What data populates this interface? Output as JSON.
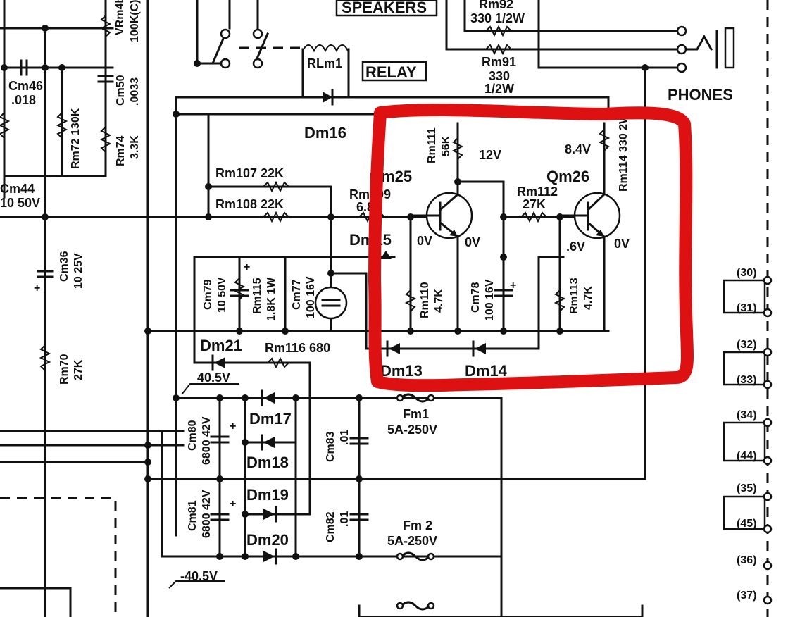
{
  "labels": {
    "speakers": "SPEAKERS",
    "relay": "RELAY",
    "phones": "PHONES",
    "rm92": "Rm92",
    "rm92_val": "330 1/2W",
    "rm91": "Rm91",
    "rm91_val1": "330",
    "rm91_val2": "1/2W",
    "rlm1": "RLm1",
    "vrm4b": "VRm4b",
    "vrm4b_val": "100K(C)",
    "cm46": "Cm46",
    "cm46_val": ".018",
    "rm72": "Rm72 130K",
    "cm50": "Cm50",
    "cm50_val": ".0033",
    "rm74": "Rm74",
    "rm74_val": "3.3K",
    "cm44": "Cm44",
    "cm44_val": "10 50V",
    "cm36": "Cm36",
    "cm36_val": "10 25V",
    "rm70": "Rm70",
    "rm70_val": "27K",
    "dm16": "Dm16",
    "rm107": "Rm107  22K",
    "rm108": "Rm108  22K",
    "rm109": "Rm109",
    "rm109_val": "6.8",
    "qm25": "Qm25",
    "rm111": "Rm111",
    "rm111_val": "56K",
    "v12": "12V",
    "v84": "8.4V",
    "rm114": "Rm114 330 2W",
    "qm26": "Qm26",
    "rm112": "Rm112",
    "rm112_val": "27K",
    "dm15": "Dm15",
    "v0_a": "0V",
    "v0_b": "0V",
    "v0_c": "0V",
    "v06": ".6V",
    "cm79": "Cm79",
    "cm79_val": "10 50V",
    "rm115": "Rm115",
    "rm115_val": "1.8K 1W",
    "cm77": "Cm77",
    "cm77_val": "100 16V",
    "rm110": "Rm110",
    "rm110_val": "4.7K",
    "cm78": "Cm78",
    "cm78_val": "100 16V",
    "rm113": "Rm113",
    "rm113_val": "4.7K",
    "dm21": "Dm21",
    "rm116": "Rm116  680",
    "dm13": "Dm13",
    "dm14": "Dm14",
    "v405": "40.5V",
    "vneg405": "-40.5V",
    "dm17": "Dm17",
    "dm18": "Dm18",
    "dm19": "Dm19",
    "dm20": "Dm20",
    "cm80": "Cm80",
    "cm80_val": "6800 42V",
    "cm81": "Cm81",
    "cm81_val": "6800 42V",
    "cm83": "Cm83",
    "cm83_val": ".01",
    "cm82": "Cm82",
    "cm82_val": ".01",
    "fm1": "Fm1",
    "fm1_val": "5A-250V",
    "fm2": "Fm 2",
    "fm2_val": "5A-250V",
    "plus": "+"
  },
  "connectors": [
    "(30)",
    "(31)",
    "(32)",
    "(33)",
    "(34)",
    "(44)",
    "(35)",
    "(45)",
    "(36)",
    "(37)"
  ],
  "highlight": {
    "color": "#dd1111"
  }
}
